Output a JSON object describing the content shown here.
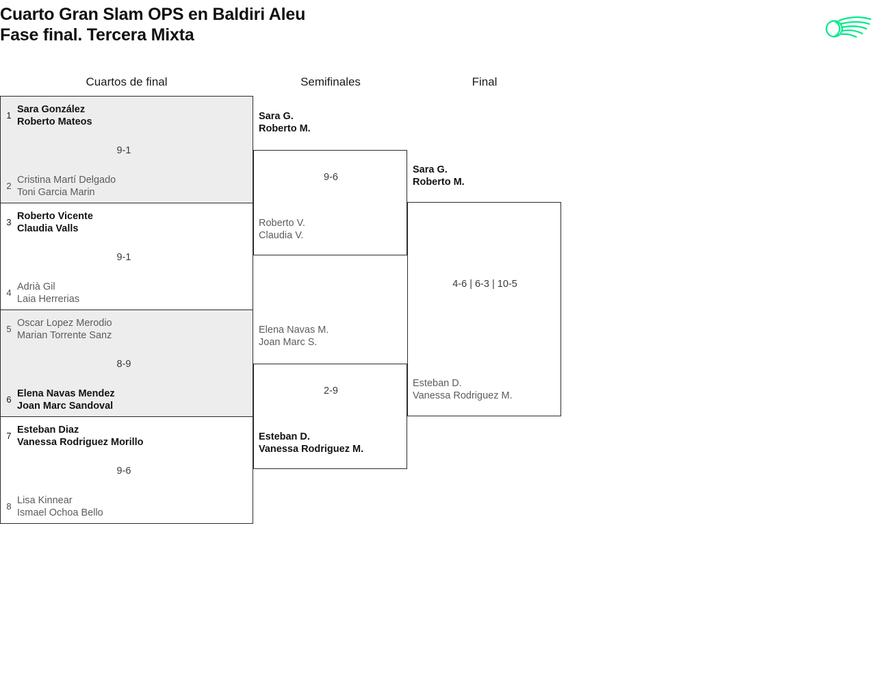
{
  "header": {
    "title_line1": "Cuarto Gran Slam OPS en Baldiri Aleu",
    "title_line2": "Fase final. Tercera Mixta",
    "logo_name": "tennis-ball-swoosh-logo",
    "logo_color": "#00E98A"
  },
  "rounds": {
    "quarterfinals_label": "Cuartos de final",
    "semifinals_label": "Semifinales",
    "final_label": "Final"
  },
  "quarterfinals": [
    {
      "score": "9-1",
      "shaded": true,
      "top": {
        "seed": "1",
        "player1": "Sara González",
        "player2": "Roberto Mateos",
        "result": "winner"
      },
      "bottom": {
        "seed": "2",
        "player1": "Cristina Martí Delgado",
        "player2": "Toni Garcia Marin",
        "result": "loser"
      }
    },
    {
      "score": "9-1",
      "shaded": false,
      "top": {
        "seed": "3",
        "player1": "Roberto Vicente",
        "player2": "Claudia Valls",
        "result": "winner"
      },
      "bottom": {
        "seed": "4",
        "player1": "Adrià Gil",
        "player2": "Laia Herrerias",
        "result": "loser"
      }
    },
    {
      "score": "8-9",
      "shaded": true,
      "top": {
        "seed": "5",
        "player1": "Oscar Lopez Merodio",
        "player2": "Marian Torrente Sanz",
        "result": "loser"
      },
      "bottom": {
        "seed": "6",
        "player1": "Elena Navas Mendez",
        "player2": "Joan Marc Sandoval",
        "result": "winner"
      }
    },
    {
      "score": "9-6",
      "shaded": false,
      "top": {
        "seed": "7",
        "player1": "Esteban Diaz",
        "player2": "Vanessa Rodriguez Morillo",
        "result": "winner"
      },
      "bottom": {
        "seed": "8",
        "player1": "Lisa Kinnear",
        "player2": "Ismael Ochoa Bello",
        "result": "loser"
      }
    }
  ],
  "semifinals": [
    {
      "score": "9-6",
      "top": {
        "player1": "Sara G.",
        "player2": "Roberto M.",
        "result": "winner"
      },
      "bottom": {
        "player1": "Roberto V.",
        "player2": "Claudia V.",
        "result": "loser"
      }
    },
    {
      "score": "2-9",
      "top": {
        "player1": "Elena Navas M.",
        "player2": "Joan Marc S.",
        "result": "loser"
      },
      "bottom": {
        "player1": "Esteban D.",
        "player2": "Vanessa Rodriguez M.",
        "result": "winner"
      }
    }
  ],
  "final": {
    "score": "4-6 | 6-3 | 10-5",
    "top": {
      "player1": "Sara G.",
      "player2": "Roberto M.",
      "result": "winner"
    },
    "bottom": {
      "player1": "Esteban D.",
      "player2": "Vanessa Rodriguez M.",
      "result": "loser"
    }
  }
}
